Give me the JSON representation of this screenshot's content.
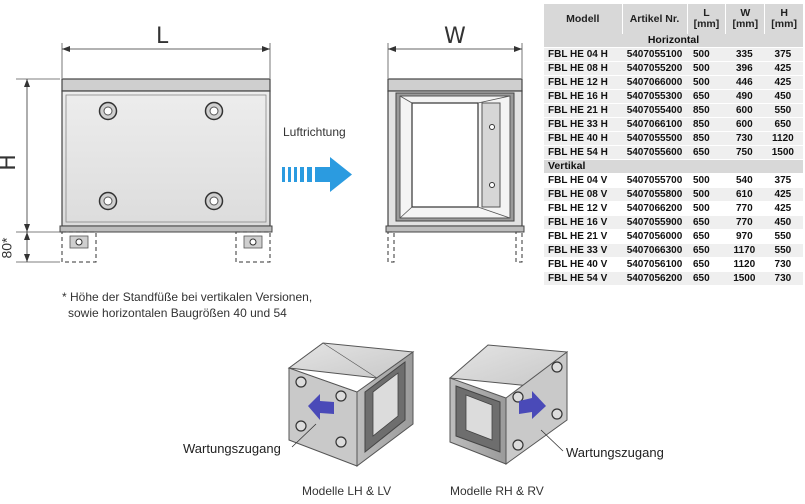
{
  "dimensions": {
    "length": "L",
    "width": "W",
    "height": "H",
    "foot": "80*"
  },
  "airflow_label": "Luftrichtung",
  "footnote": {
    "line1": "* Höhe der Standfüße bei vertikalen Versionen,",
    "line2": "sowie horizontalen Baugrößen 40 und 54"
  },
  "service_access_label": "Wartungszugang",
  "captions": {
    "left": "Modelle LH & LV",
    "right": "Modelle RH & RV"
  },
  "table": {
    "headers": {
      "model": "Modell",
      "article": "Artikel Nr.",
      "l": "L",
      "w": "W",
      "h": "H",
      "unit": "[mm]"
    },
    "groups": [
      {
        "label": "Horizontal",
        "rows": [
          {
            "model": "FBL HE 04 H",
            "article": "5407055100",
            "l": "500",
            "w": "335",
            "h": "375"
          },
          {
            "model": "FBL HE 08 H",
            "article": "5407055200",
            "l": "500",
            "w": "396",
            "h": "425"
          },
          {
            "model": "FBL HE 12 H",
            "article": "5407066000",
            "l": "500",
            "w": "446",
            "h": "425"
          },
          {
            "model": "FBL HE 16 H",
            "article": "5407055300",
            "l": "650",
            "w": "490",
            "h": "450"
          },
          {
            "model": "FBL HE 21 H",
            "article": "5407055400",
            "l": "850",
            "w": "600",
            "h": "550"
          },
          {
            "model": "FBL HE 33 H",
            "article": "5407066100",
            "l": "850",
            "w": "600",
            "h": "650"
          },
          {
            "model": "FBL HE 40 H",
            "article": "5407055500",
            "l": "850",
            "w": "730",
            "h": "1120"
          },
          {
            "model": "FBL HE 54 H",
            "article": "5407055600",
            "l": "650",
            "w": "750",
            "h": "1500"
          }
        ]
      },
      {
        "label": "Vertikal",
        "rows": [
          {
            "model": "FBL HE 04 V",
            "article": "5407055700",
            "l": "500",
            "w": "540",
            "h": "375"
          },
          {
            "model": "FBL HE 08 V",
            "article": "5407055800",
            "l": "500",
            "w": "610",
            "h": "425"
          },
          {
            "model": "FBL HE 12 V",
            "article": "5407066200",
            "l": "500",
            "w": "770",
            "h": "425"
          },
          {
            "model": "FBL HE 16 V",
            "article": "5407055900",
            "l": "650",
            "w": "770",
            "h": "450"
          },
          {
            "model": "FBL HE 21 V",
            "article": "5407056000",
            "l": "650",
            "w": "970",
            "h": "550"
          },
          {
            "model": "FBL HE 33 V",
            "article": "5407066300",
            "l": "650",
            "w": "1170",
            "h": "550"
          },
          {
            "model": "FBL HE 40 V",
            "article": "5407056100",
            "l": "650",
            "w": "1120",
            "h": "730"
          },
          {
            "model": "FBL HE 54 V",
            "article": "5407056200",
            "l": "650",
            "w": "1500",
            "h": "730"
          }
        ]
      }
    ]
  },
  "colors": {
    "arrow": "#2b9be0",
    "box_outline": "#444444",
    "knob": "#bfbfbf",
    "table_header": "#d8d8d8",
    "access_arrow": "#4a4ab8"
  }
}
